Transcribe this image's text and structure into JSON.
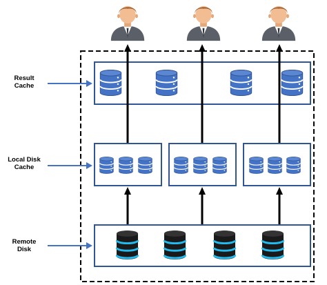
{
  "layers": [
    {
      "id": "result",
      "label": "Result\nCache"
    },
    {
      "id": "local",
      "label": "Local Disk\nCache"
    },
    {
      "id": "remote",
      "label": "Remote\nDisk"
    }
  ],
  "users": 3,
  "result_cache_db_count": 4,
  "local_cache_groups": 3,
  "local_cache_db_per_group": 3,
  "remote_disk_db_count": 4,
  "colors": {
    "frame": "#2F5597",
    "blue_arrow": "#4472C4",
    "cache_db": "#4472C4",
    "remote_db_body": "#1A1A1A",
    "remote_db_band": "#21BBEF",
    "flow_arrow": "#000000",
    "outer_border": "#000000"
  }
}
